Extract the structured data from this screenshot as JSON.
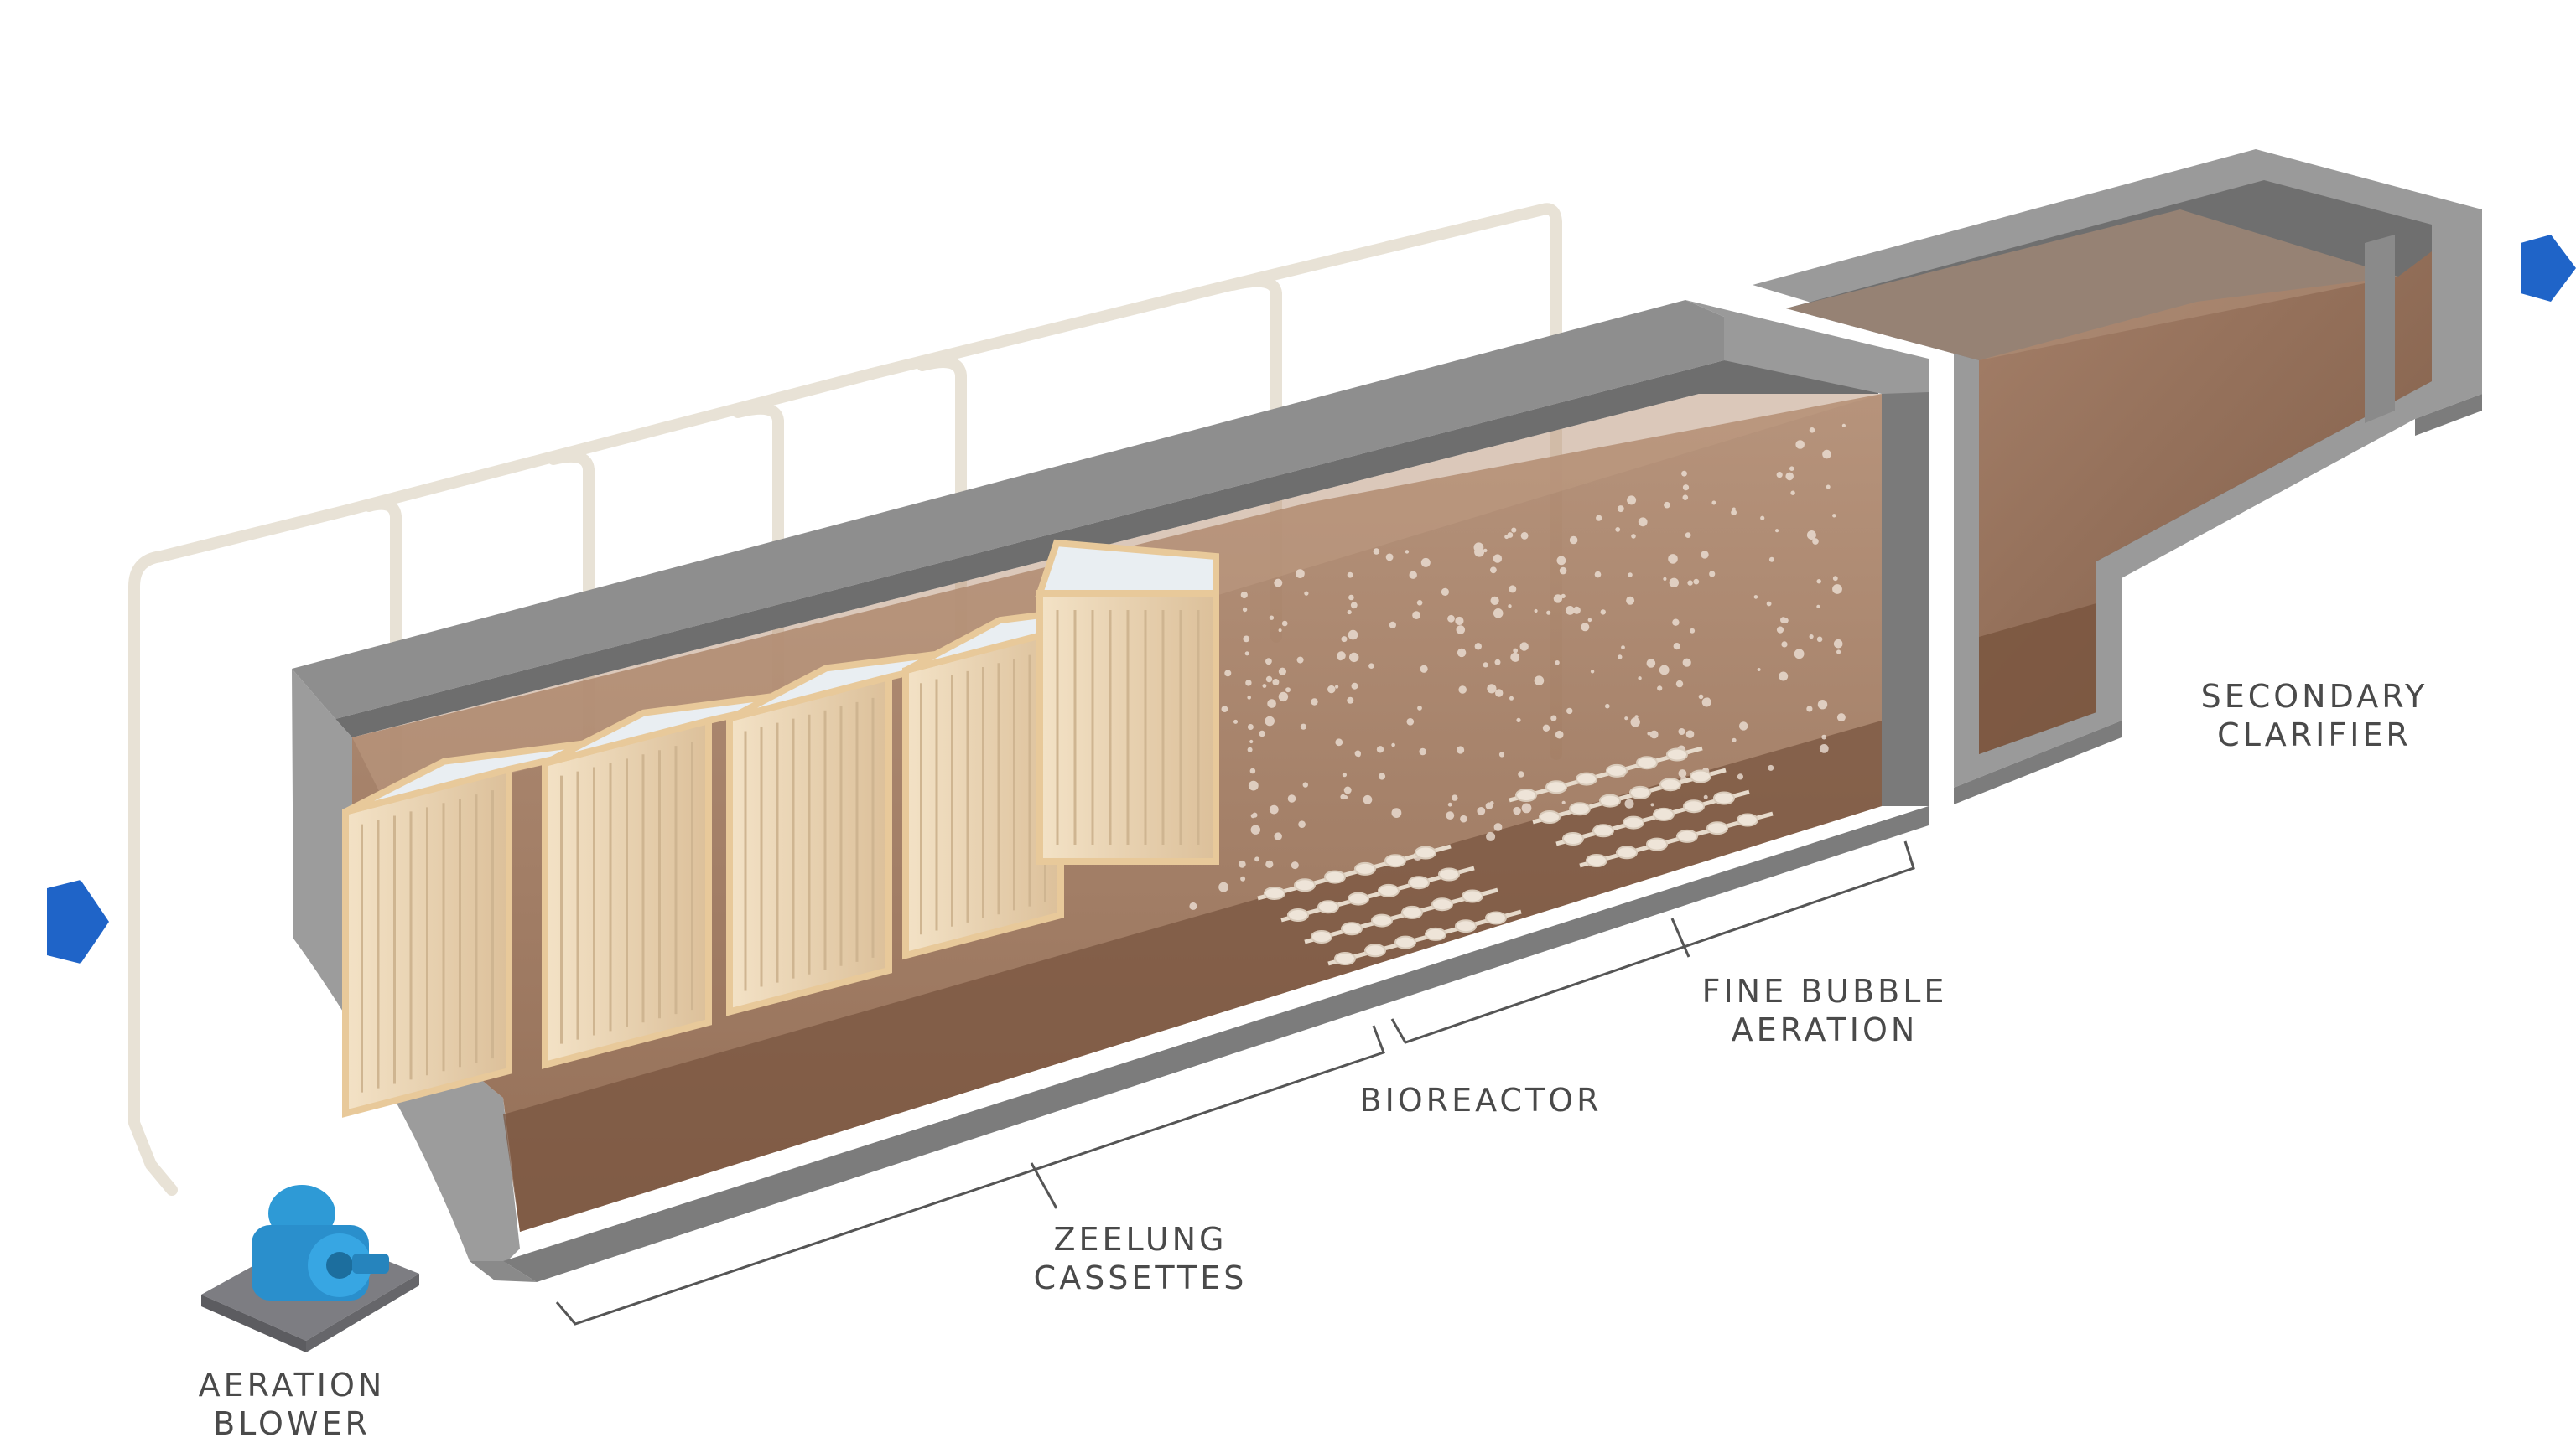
{
  "labels": {
    "secondary_clarifier": [
      "SECONDARY",
      "CLARIFIER"
    ],
    "fine_bubble_aeration": [
      "FINE BUBBLE",
      "AERATION"
    ],
    "bioreactor": "BIOREACTOR",
    "zeelung_cassettes": [
      "ZEELUNG",
      "CASSETTES"
    ],
    "aeration_blower": [
      "AERATION",
      "BLOWER"
    ]
  },
  "colors": {
    "flow_arrow": "#1f64c8",
    "tank_concrete": "#8d8d8d",
    "tank_concrete_dark": "#6f6f6f",
    "wastewater": "#9c7358",
    "sludge": "#7a5640",
    "cassette_frame": "#e8c99a",
    "blower": "#2e9ad6",
    "air_pipe": "#ece6da"
  }
}
